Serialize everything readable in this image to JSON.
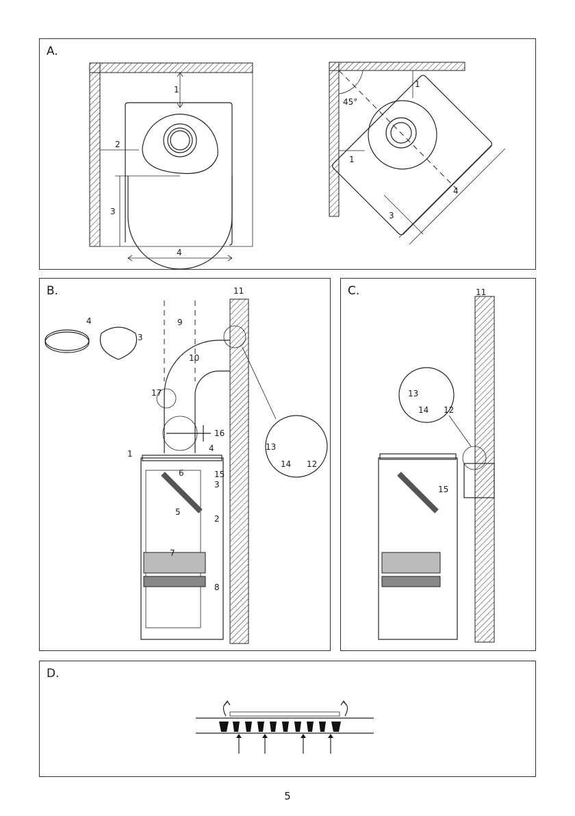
{
  "panels": {
    "a": {
      "label": "A.",
      "left": {
        "callouts": [
          "1",
          "2",
          "3",
          "4"
        ]
      },
      "right": {
        "angle": "45°",
        "callouts": [
          "1",
          "1",
          "3",
          "4"
        ]
      }
    },
    "b": {
      "label": "B.",
      "callouts": [
        "4",
        "3",
        "9",
        "10",
        "11",
        "17",
        "16",
        "1",
        "4",
        "6",
        "15",
        "3",
        "5",
        "2",
        "7",
        "8",
        "13",
        "14",
        "12"
      ]
    },
    "c": {
      "label": "C.",
      "callouts": [
        "11",
        "13",
        "14",
        "12",
        "15"
      ]
    },
    "d": {
      "label": "D."
    }
  },
  "footer": {
    "page_number": "5"
  }
}
